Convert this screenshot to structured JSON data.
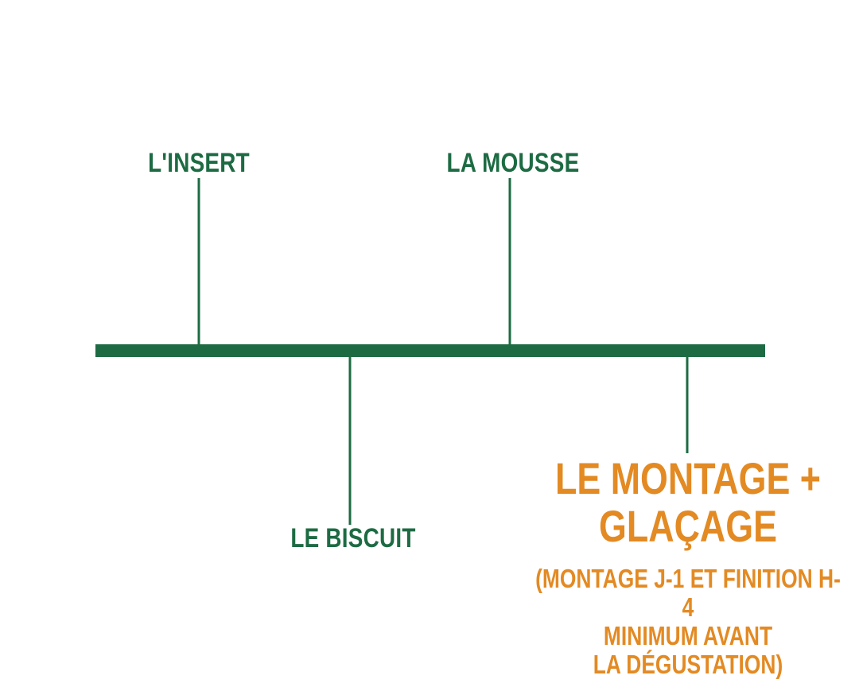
{
  "colors": {
    "spine": "#1d6b43",
    "stage_text": "#1d6b43",
    "final_text": "#e38a23",
    "background": "#ffffff"
  },
  "stages": [
    {
      "id": "insert",
      "label": "L'INSERT"
    },
    {
      "id": "biscuit",
      "label": "LE BISCUIT"
    },
    {
      "id": "mousse",
      "label": "LA MOUSSE"
    }
  ],
  "final_stage": {
    "title_lines": [
      "LE MONTAGE +",
      "GLAÇAGE"
    ],
    "note_lines": [
      "(MONTAGE J-1 ET FINITION H-4",
      "MINIMUM AVANT",
      "LA DÉGUSTATION)"
    ]
  }
}
